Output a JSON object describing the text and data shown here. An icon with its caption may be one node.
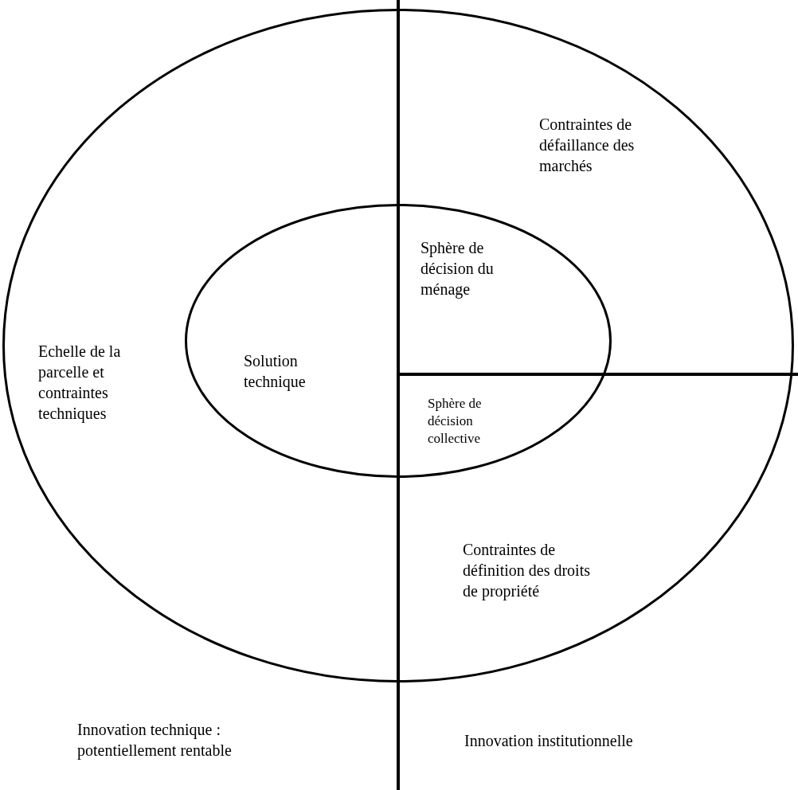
{
  "diagram": {
    "nodes": [
      {
        "text": [
          "Echelle de la parcelle et contraintes techniques",
          "Contraintes de défaillance des marchés",
          "Contraintes de définition des droits de propriété"
        ]
      },
      {
        "text": [
          "Solution technique",
          "Sphère de décision du ménage",
          "Sphère de décision collective"
        ],
        "in": 0
      }
    ],
    "labels": [
      "Innovation technique : potentiellement rentable",
      "Innovation institutionnelle"
    ]
  }
}
